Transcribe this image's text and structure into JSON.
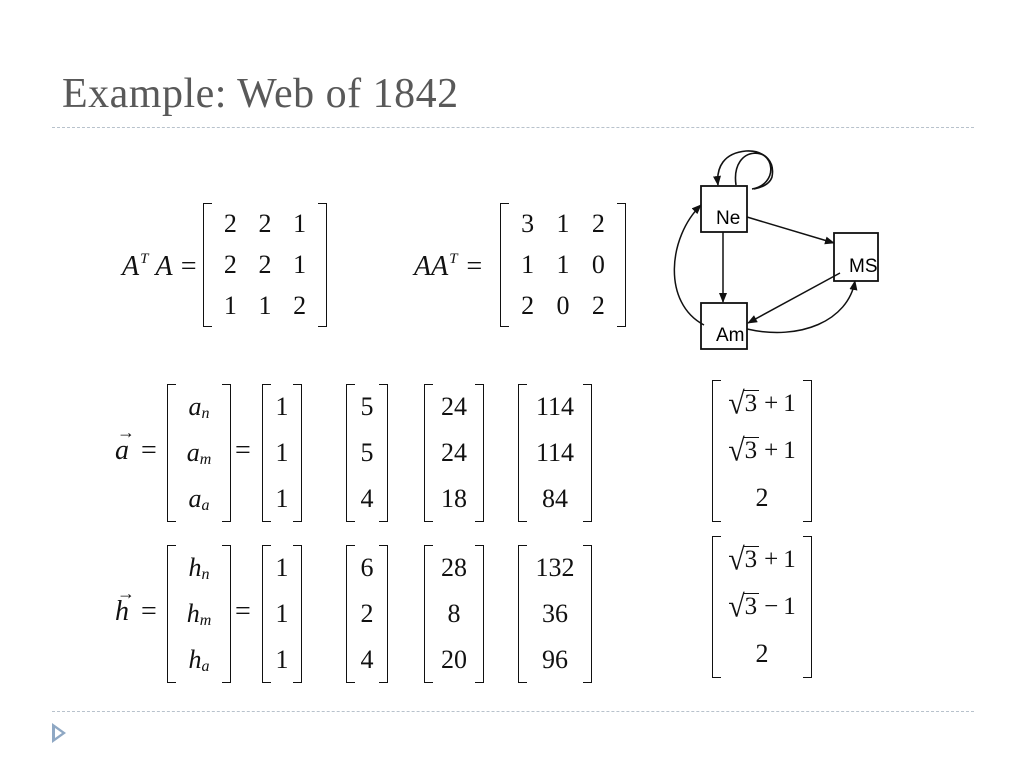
{
  "title": "Example: Web of 1842",
  "ata": {
    "label_base": "A",
    "label_sup": "T",
    "label_tail": "A =",
    "rows": [
      [
        "2",
        "2",
        "1"
      ],
      [
        "2",
        "2",
        "1"
      ],
      [
        "1",
        "1",
        "2"
      ]
    ]
  },
  "aat": {
    "label_base": "AA",
    "label_sup": "T",
    "label_tail": "=",
    "rows": [
      [
        "3",
        "1",
        "2"
      ],
      [
        "1",
        "1",
        "0"
      ],
      [
        "2",
        "0",
        "2"
      ]
    ]
  },
  "authority": {
    "symbol": "a",
    "symbol_tail": "=",
    "vars": [
      {
        "base": "a",
        "sub": "n"
      },
      {
        "base": "a",
        "sub": "m"
      },
      {
        "base": "a",
        "sub": "a"
      }
    ],
    "eq": "=",
    "iterations": [
      [
        "1",
        "1",
        "1"
      ],
      [
        "5",
        "5",
        "4"
      ],
      [
        "24",
        "24",
        "18"
      ],
      [
        "114",
        "114",
        "84"
      ]
    ],
    "limit": [
      {
        "root": "3",
        "op": "+",
        "num": "1"
      },
      {
        "root": "3",
        "op": "+",
        "num": "1"
      },
      {
        "plain": "2"
      }
    ]
  },
  "hub": {
    "symbol": "h",
    "symbol_tail": "=",
    "vars": [
      {
        "base": "h",
        "sub": "n"
      },
      {
        "base": "h",
        "sub": "m"
      },
      {
        "base": "h",
        "sub": "a"
      }
    ],
    "eq": "=",
    "iterations": [
      [
        "1",
        "1",
        "1"
      ],
      [
        "6",
        "2",
        "4"
      ],
      [
        "28",
        "8",
        "20"
      ],
      [
        "132",
        "36",
        "96"
      ]
    ],
    "limit": [
      {
        "root": "3",
        "op": "+",
        "num": "1"
      },
      {
        "root": "3",
        "op": "−",
        "num": "1"
      },
      {
        "plain": "2"
      }
    ]
  },
  "graph": {
    "nodes": {
      "ne": "Ne",
      "ms": "MS",
      "am": "Am"
    }
  },
  "colors": {
    "title": "#595959",
    "rule": "#b8c2cc",
    "bullet": "#8fa8c4"
  }
}
